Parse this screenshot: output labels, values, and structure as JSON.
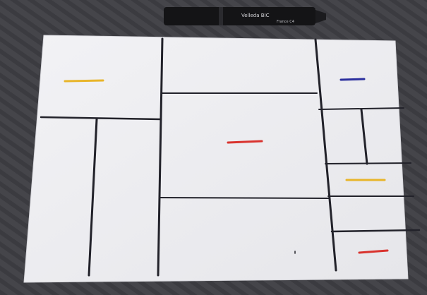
{
  "photo": {
    "marker_pen": {
      "barrel_text": "Velleda BIC",
      "barrel_subtext": "France C4"
    },
    "colors": {
      "table": "#45454a",
      "paper": "#eeeef1",
      "ink_line": "#22222a",
      "yellow": "#e8b52a",
      "blue": "#2b2f9e",
      "red": "#d9332e",
      "pen_body": "#141416",
      "pen_band": "#2a2a2e"
    },
    "dashes": [
      {
        "name": "yellow-dash-top-left",
        "color": "yellow"
      },
      {
        "name": "blue-dash-top-right",
        "color": "blue"
      },
      {
        "name": "red-dash-center",
        "color": "red"
      },
      {
        "name": "yellow-dash-right",
        "color": "yellow"
      },
      {
        "name": "red-dash-bottom-right",
        "color": "red"
      }
    ]
  }
}
